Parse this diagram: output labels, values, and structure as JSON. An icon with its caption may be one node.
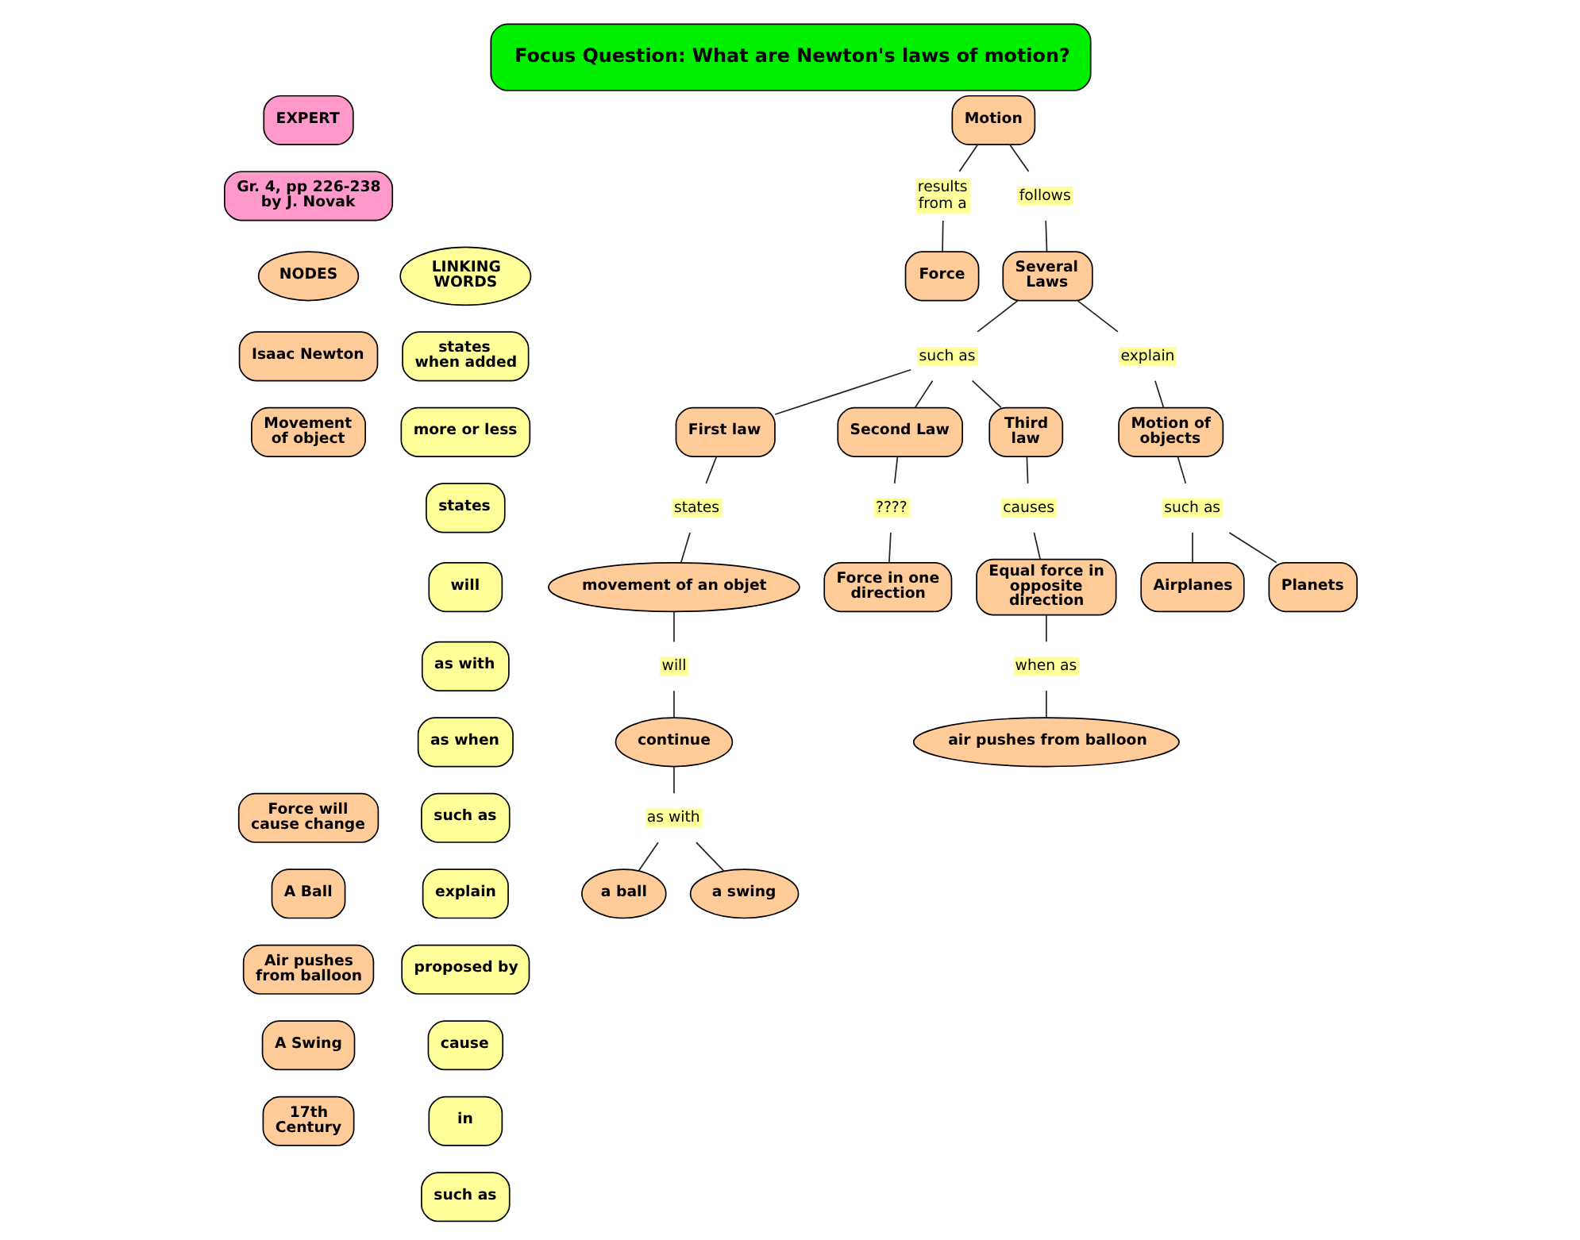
{
  "diagram": {
    "title": "Focus Question: What are Newton's laws of motion?",
    "nodes": [
      {
        "text": [
          "EXPERT"
        ]
      },
      {
        "text": [
          "Gr. 4, pp 226-238 by J. Novak"
        ]
      },
      {
        "text": [
          "NODES"
        ]
      },
      {
        "text": [
          "Isaac Newton"
        ]
      },
      {
        "text": [
          "Movement of object"
        ]
      },
      {
        "text": [
          "Force will cause change"
        ]
      },
      {
        "text": [
          "A Ball"
        ]
      },
      {
        "text": [
          "Air pushes from balloon"
        ]
      },
      {
        "text": [
          "A Swing"
        ]
      },
      {
        "text": [
          "17th Century"
        ]
      },
      {
        "text": [
          "LINKING WORDS"
        ]
      },
      {
        "text": [
          "states when added"
        ]
      },
      {
        "text": [
          "more or less"
        ]
      },
      {
        "text": [
          "states"
        ]
      },
      {
        "text": [
          "will"
        ]
      },
      {
        "text": [
          "as with"
        ]
      },
      {
        "text": [
          "as when"
        ]
      },
      {
        "text": [
          "such as"
        ]
      },
      {
        "text": [
          "explain"
        ]
      },
      {
        "text": [
          "proposed by"
        ]
      },
      {
        "text": [
          "cause"
        ]
      },
      {
        "text": [
          "in"
        ]
      },
      {
        "text": [
          "such as"
        ]
      },
      {
        "text": [
          "Motion"
        ]
      },
      {
        "text": [
          "results from a"
        ]
      },
      {
        "text": [
          "follows"
        ]
      },
      {
        "text": [
          "Force"
        ]
      },
      {
        "text": [
          "Several Laws"
        ]
      },
      {
        "text": [
          "such as"
        ]
      },
      {
        "text": [
          "explain"
        ]
      },
      {
        "text": [
          "Motion of objects"
        ]
      },
      {
        "text": [
          "First law"
        ]
      },
      {
        "text": [
          "Second Law"
        ]
      },
      {
        "text": [
          "Third law"
        ]
      },
      {
        "text": [
          "such as"
        ]
      },
      {
        "text": [
          "states"
        ]
      },
      {
        "text": [
          "????"
        ]
      },
      {
        "text": [
          "Airplanes"
        ]
      },
      {
        "text": [
          "Planets"
        ]
      },
      {
        "text": [
          "movement of an objet"
        ]
      },
      {
        "text": [
          "Force in one direction"
        ]
      },
      {
        "text": [
          "causes"
        ]
      },
      {
        "text": [
          "will"
        ]
      },
      {
        "text": [
          "continue"
        ]
      },
      {
        "text": [
          "Equal force in opposite direction"
        ]
      },
      {
        "text": [
          "as with"
        ]
      },
      {
        "text": [
          "when as"
        ]
      },
      {
        "text": [
          "a ball"
        ]
      },
      {
        "text": [
          "a swing"
        ]
      },
      {
        "text": [
          "air pushes from balloon"
        ]
      }
    ],
    "edges": [
      {
        "from": 23,
        "to": 24,
        "arrow": "none"
      },
      {
        "from": 24,
        "to": 26,
        "arrow": "none"
      },
      {
        "from": 23,
        "to": 25,
        "arrow": "none"
      },
      {
        "from": 25,
        "to": 27,
        "arrow": "none"
      },
      {
        "from": 27,
        "to": 28,
        "arrow": "none"
      },
      {
        "from": 28,
        "to": 31,
        "arrow": "none"
      },
      {
        "from": 28,
        "to": 32,
        "arrow": "none"
      },
      {
        "from": 28,
        "to": 33,
        "arrow": "none"
      },
      {
        "from": 27,
        "to": 29,
        "arrow": "none"
      },
      {
        "from": 29,
        "to": 30,
        "arrow": "none"
      },
      {
        "from": 31,
        "to": 35,
        "arrow": "none"
      },
      {
        "from": 35,
        "to": 39,
        "arrow": "none"
      },
      {
        "from": 32,
        "to": 36,
        "arrow": "none"
      },
      {
        "from": 36,
        "to": 40,
        "arrow": "none"
      },
      {
        "from": 33,
        "to": 41,
        "arrow": "none"
      },
      {
        "from": 41,
        "to": 44,
        "arrow": "none"
      },
      {
        "from": 30,
        "to": 34,
        "arrow": "none"
      },
      {
        "from": 34,
        "to": 37,
        "arrow": "none"
      },
      {
        "from": 34,
        "to": 38,
        "arrow": "none"
      },
      {
        "from": 39,
        "to": 42,
        "arrow": "none"
      },
      {
        "from": 42,
        "to": 43,
        "arrow": "none"
      },
      {
        "from": 43,
        "to": 45,
        "arrow": "none"
      },
      {
        "from": 45,
        "to": 47,
        "arrow": "none"
      },
      {
        "from": 45,
        "to": 48,
        "arrow": "none"
      },
      {
        "from": 44,
        "to": 46,
        "arrow": "none"
      },
      {
        "from": 46,
        "to": 49,
        "arrow": "none"
      }
    ]
  }
}
